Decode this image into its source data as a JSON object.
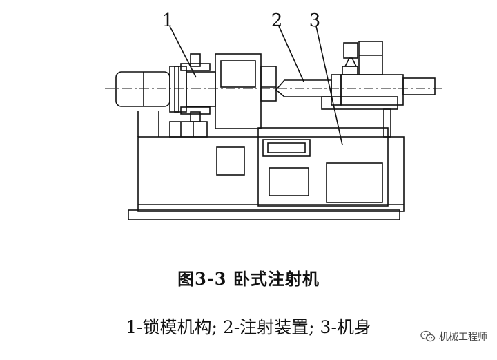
{
  "figure": {
    "callouts": [
      "1",
      "2",
      "3"
    ],
    "caption_title": "图3-3 卧式注射机",
    "caption_legend": "1-锁模机构; 2-注射装置; 3-机身"
  },
  "watermark": {
    "text": "机械工程师",
    "icon": "wechat-icon"
  },
  "colors": {
    "line": "#111111",
    "background": "#ffffff"
  }
}
